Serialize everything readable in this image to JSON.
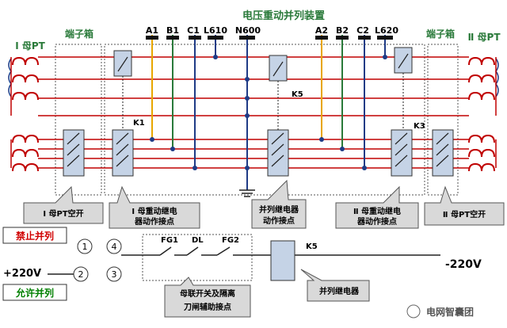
{
  "title": "电压重动并列装置",
  "pt1_label": "Ⅰ 母PT",
  "pt2_label": "Ⅱ 母PT",
  "terminal_box_left": "端子箱",
  "terminal_box_right": "端子箱",
  "bus_labels_left": [
    "A1",
    "B1",
    "C1",
    "L610",
    "N600"
  ],
  "bus_labels_right": [
    "A2",
    "B2",
    "C2",
    "L620"
  ],
  "relay_labels": {
    "k1": "K1",
    "k3": "K3",
    "k5_top": "K5",
    "k5_bottom": "K5"
  },
  "callouts": {
    "pt1_breaker": "Ⅰ 母PT空开",
    "bus1_relay": [
      "Ⅰ 母重动继电",
      "器动作接点"
    ],
    "parallel_contact": [
      "并列继电器",
      "动作接点"
    ],
    "bus2_relay": [
      "Ⅱ 母重动继电",
      "器动作接点"
    ],
    "pt2_breaker": "Ⅱ 母PT空开",
    "tie_switch": [
      "母联开关及隔离",
      "刀闸辅助接点"
    ],
    "parallel_relay": "并列继电器"
  },
  "control": {
    "forbid": "禁止并列",
    "allow": "允许并列",
    "plus": "+220V",
    "minus": "-220V",
    "terminals": [
      "1",
      "4",
      "2",
      "3"
    ],
    "contacts": [
      "FG1",
      "DL",
      "FG2"
    ]
  },
  "watermark": "电网智囊团",
  "colors": {
    "red": "#c00000",
    "blue": "#1f3b86",
    "yellow": "#e8a600",
    "box_fill": "#c5d3e6",
    "label_red": "#d00000",
    "label_green": "#008000"
  }
}
